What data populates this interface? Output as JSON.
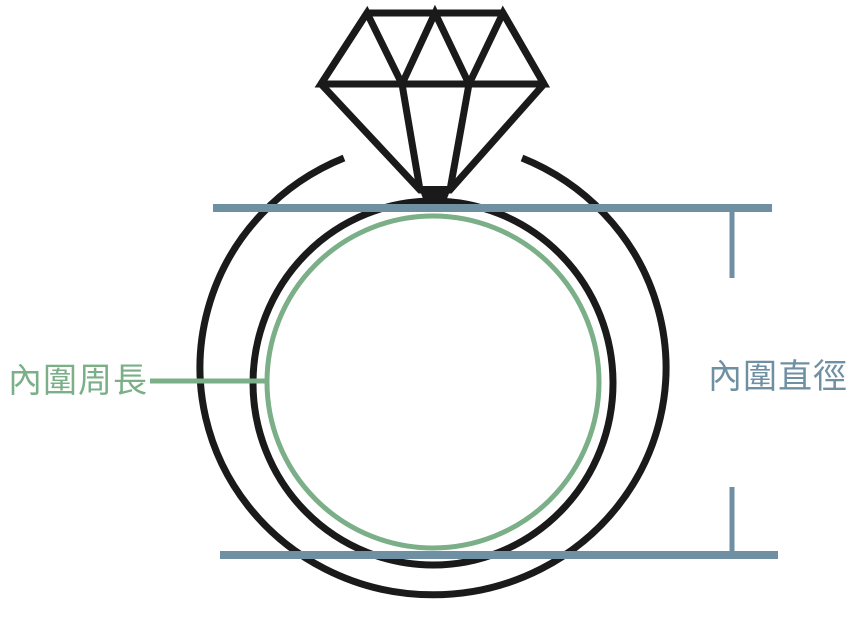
{
  "labels": {
    "inner_circumference": "內圍周長",
    "inner_diameter": "內圍直徑"
  },
  "colors": {
    "outline": "#1a1a1a",
    "circumference": "#7aaf87",
    "diameter": "#6f8fa3",
    "background": "#ffffff"
  },
  "icons": [
    "diamond-icon",
    "ring-band"
  ]
}
